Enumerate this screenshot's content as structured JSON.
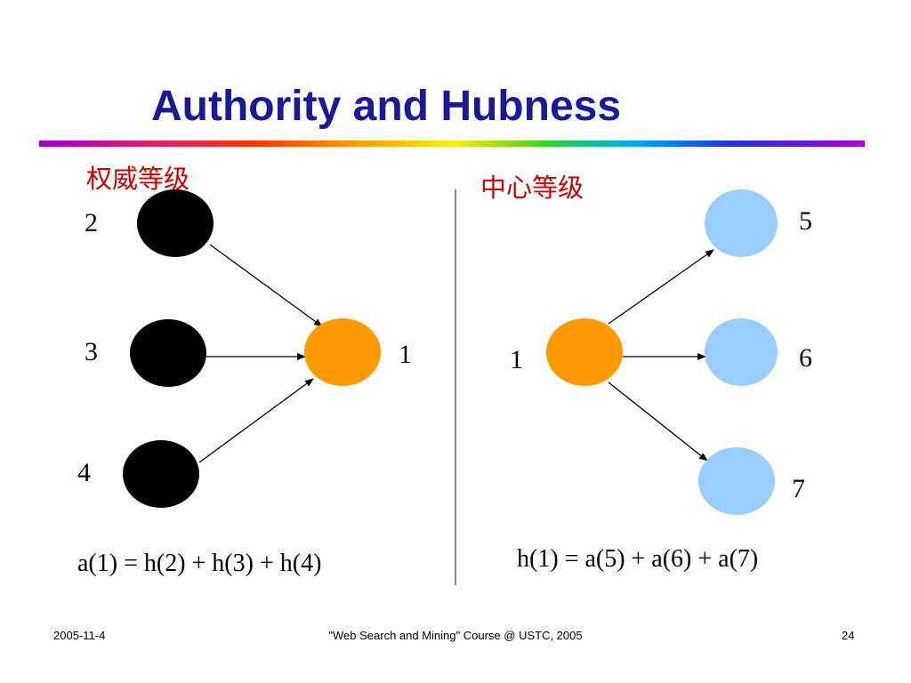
{
  "slide": {
    "title": "Authority and Hubness",
    "footer": {
      "date": "2005-11-4",
      "course": "\"Web Search and Mining\" Course @ USTC, 2005",
      "page": "24"
    }
  },
  "authority": {
    "label": "权威等级",
    "formula": "a(1) = h(2) + h(3) + h(4)",
    "nodes": [
      {
        "id": "2",
        "label": "2",
        "color": "#000000"
      },
      {
        "id": "3",
        "label": "3",
        "color": "#000000"
      },
      {
        "id": "4",
        "label": "4",
        "color": "#000000"
      },
      {
        "id": "1",
        "label": "1",
        "color": "#ff9900"
      }
    ]
  },
  "hub": {
    "label": "中心等级",
    "formula": "h(1) = a(5) + a(6) + a(7)",
    "nodes": [
      {
        "id": "1",
        "label": "1",
        "color": "#ff9900"
      },
      {
        "id": "5",
        "label": "5",
        "color": "#99ccff"
      },
      {
        "id": "6",
        "label": "6",
        "color": "#99ccff"
      },
      {
        "id": "7",
        "label": "7",
        "color": "#99ccff"
      }
    ]
  }
}
